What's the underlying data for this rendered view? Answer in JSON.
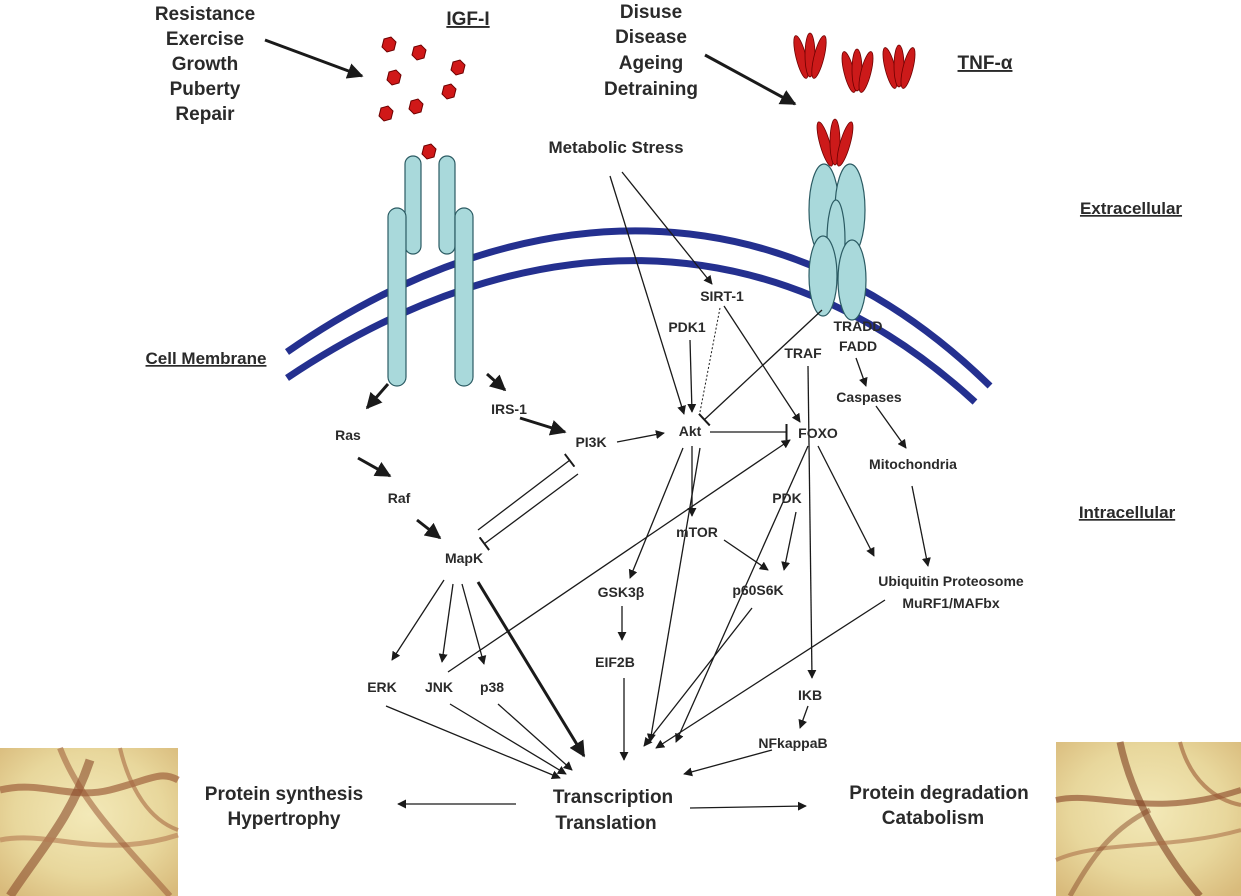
{
  "colors": {
    "membrane": "#24308f",
    "receptor": "#a9d9db",
    "ligand": "#d01818",
    "text": "#2a2a2a"
  },
  "labels": {
    "stimuli_left": [
      "Resistance",
      "Exercise",
      "Growth",
      "Puberty",
      "Repair"
    ],
    "igf": "IGF-I",
    "stimuli_right": [
      "Disuse",
      "Disease",
      "Ageing",
      "Detraining"
    ],
    "tnf": "TNF-α",
    "metabolic_stress": "Metabolic Stress",
    "extracellular": "Extracellular",
    "intracellular": "Intracellular",
    "cell_membrane": "Cell Membrane",
    "sirt1": "SIRT-1",
    "pdk1": "PDK1",
    "tradd": "TRADD",
    "fadd": "FADD",
    "traf": "TRAF",
    "caspases": "Caspases",
    "mitochondria": "Mitochondria",
    "ras": "Ras",
    "irs1": "IRS-1",
    "pi3k": "PI3K",
    "akt": "Akt",
    "foxo": "FOXO",
    "raf": "Raf",
    "mapk": "MapK",
    "pdk": "PDK",
    "mtor": "mTOR",
    "gsk3b": "GSK3β",
    "p60s6k": "p60S6K",
    "ubiquitin_1": "Ubiquitin Proteosome",
    "ubiquitin_2": "MuRF1/MAFbx",
    "erk": "ERK",
    "jnk": "JNK",
    "p38": "p38",
    "eif2b": "EIF2B",
    "ikb": "IKB",
    "nfkb": "NFkappaB",
    "transcription": "Transcription",
    "translation": "Translation",
    "protein_synthesis": "Protein synthesis",
    "hypertrophy": "Hypertrophy",
    "protein_degradation": "Protein degradation",
    "catabolism": "Catabolism"
  }
}
